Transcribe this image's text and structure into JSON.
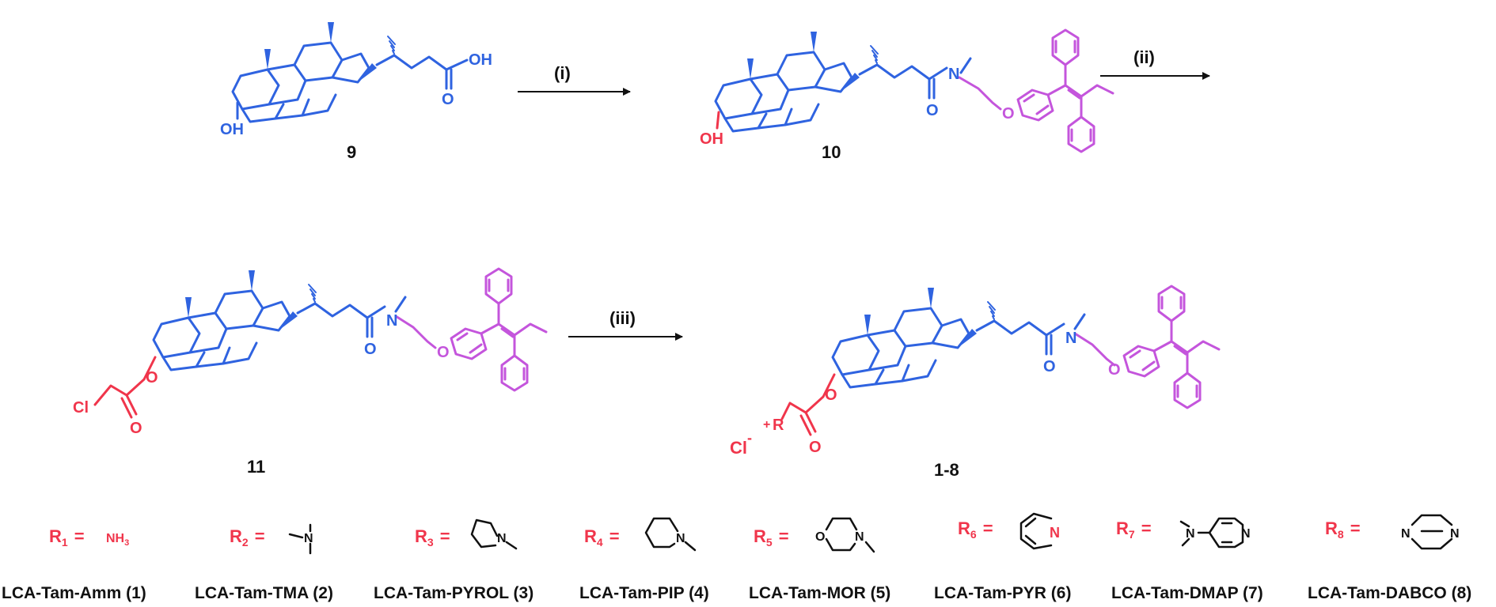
{
  "colors": {
    "steroid": "#2f63e0",
    "tamoxifen": "#c455dc",
    "modification": "#f0354b",
    "text": "#111111"
  },
  "compounds": {
    "c9": {
      "label": "9",
      "oh": "OH",
      "acid": "OH",
      "acid_o": "O"
    },
    "c10": {
      "label": "10",
      "oh": "OH",
      "amide_o": "O",
      "n": "N",
      "ether_o": "O"
    },
    "c11": {
      "label": "11",
      "cl": "Cl",
      "ester_o1": "O",
      "ester_o2": "O",
      "amide_o": "O",
      "n": "N",
      "ether_o": "O"
    },
    "c18": {
      "label": "1-8",
      "cl": "Cl",
      "charge_minus": "-",
      "charge_plus": "+",
      "r": "R",
      "ester_o1": "O",
      "ester_o2": "O",
      "amide_o": "O",
      "n": "N",
      "ether_o": "O"
    }
  },
  "steps": [
    {
      "label": "(i)"
    },
    {
      "label": "(ii)"
    },
    {
      "label": "(iii)"
    }
  ],
  "r_groups": [
    {
      "r": "R",
      "sub": "1",
      "eq": "=",
      "group": "NH",
      "group_sub": "3",
      "name": "LCA-Tam-Amm (1)"
    },
    {
      "r": "R",
      "sub": "2",
      "eq": "=",
      "atom": "N",
      "name": "LCA-Tam-TMA (2)"
    },
    {
      "r": "R",
      "sub": "3",
      "eq": "=",
      "atom": "N",
      "name": "LCA-Tam-PYROL (3)"
    },
    {
      "r": "R",
      "sub": "4",
      "eq": "=",
      "atom": "N",
      "name": "LCA-Tam-PIP (4)"
    },
    {
      "r": "R",
      "sub": "5",
      "eq": "=",
      "atom": "N",
      "atom2": "O",
      "name": "LCA-Tam-MOR (5)"
    },
    {
      "r": "R",
      "sub": "6",
      "eq": "=",
      "atom": "N",
      "name": "LCA-Tam-PYR (6)"
    },
    {
      "r": "R",
      "sub": "7",
      "eq": "=",
      "atom": "N",
      "atom2": "N",
      "name": "LCA-Tam-DMAP (7)"
    },
    {
      "r": "R",
      "sub": "8",
      "eq": "=",
      "atom": "N",
      "atom2": "N",
      "name": "LCA-Tam-DABCO (8)"
    }
  ]
}
